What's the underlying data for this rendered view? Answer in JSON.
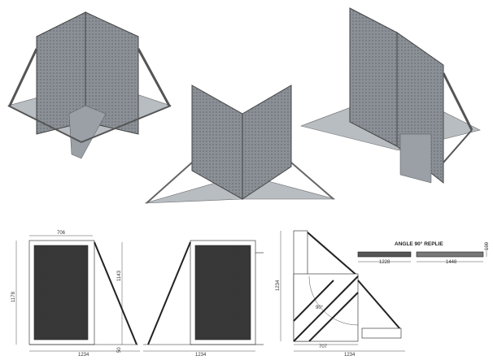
{
  "renders": [
    "barrier-corner-left-3d",
    "barrier-corner-center-3d",
    "barrier-corner-right-3d"
  ],
  "drawings": {
    "side_view_left": {
      "width_top": "706",
      "height_total": "1178",
      "height_panel": "1143",
      "foot_gap": "50",
      "base": "1234"
    },
    "side_view_right": {
      "base": "1234"
    },
    "top_view": {
      "height": "1234",
      "inner_base": "707",
      "base": "1234",
      "angle": "90°"
    },
    "folded": {
      "title": "ANGLE 90° REPLIE",
      "length_a": "1228",
      "length_b": "1448",
      "thickness": "100"
    }
  },
  "colors": {
    "panel": "#8a9096",
    "panel_dark": "#5f656b",
    "base": "#b8bdc2",
    "line": "#222222"
  }
}
